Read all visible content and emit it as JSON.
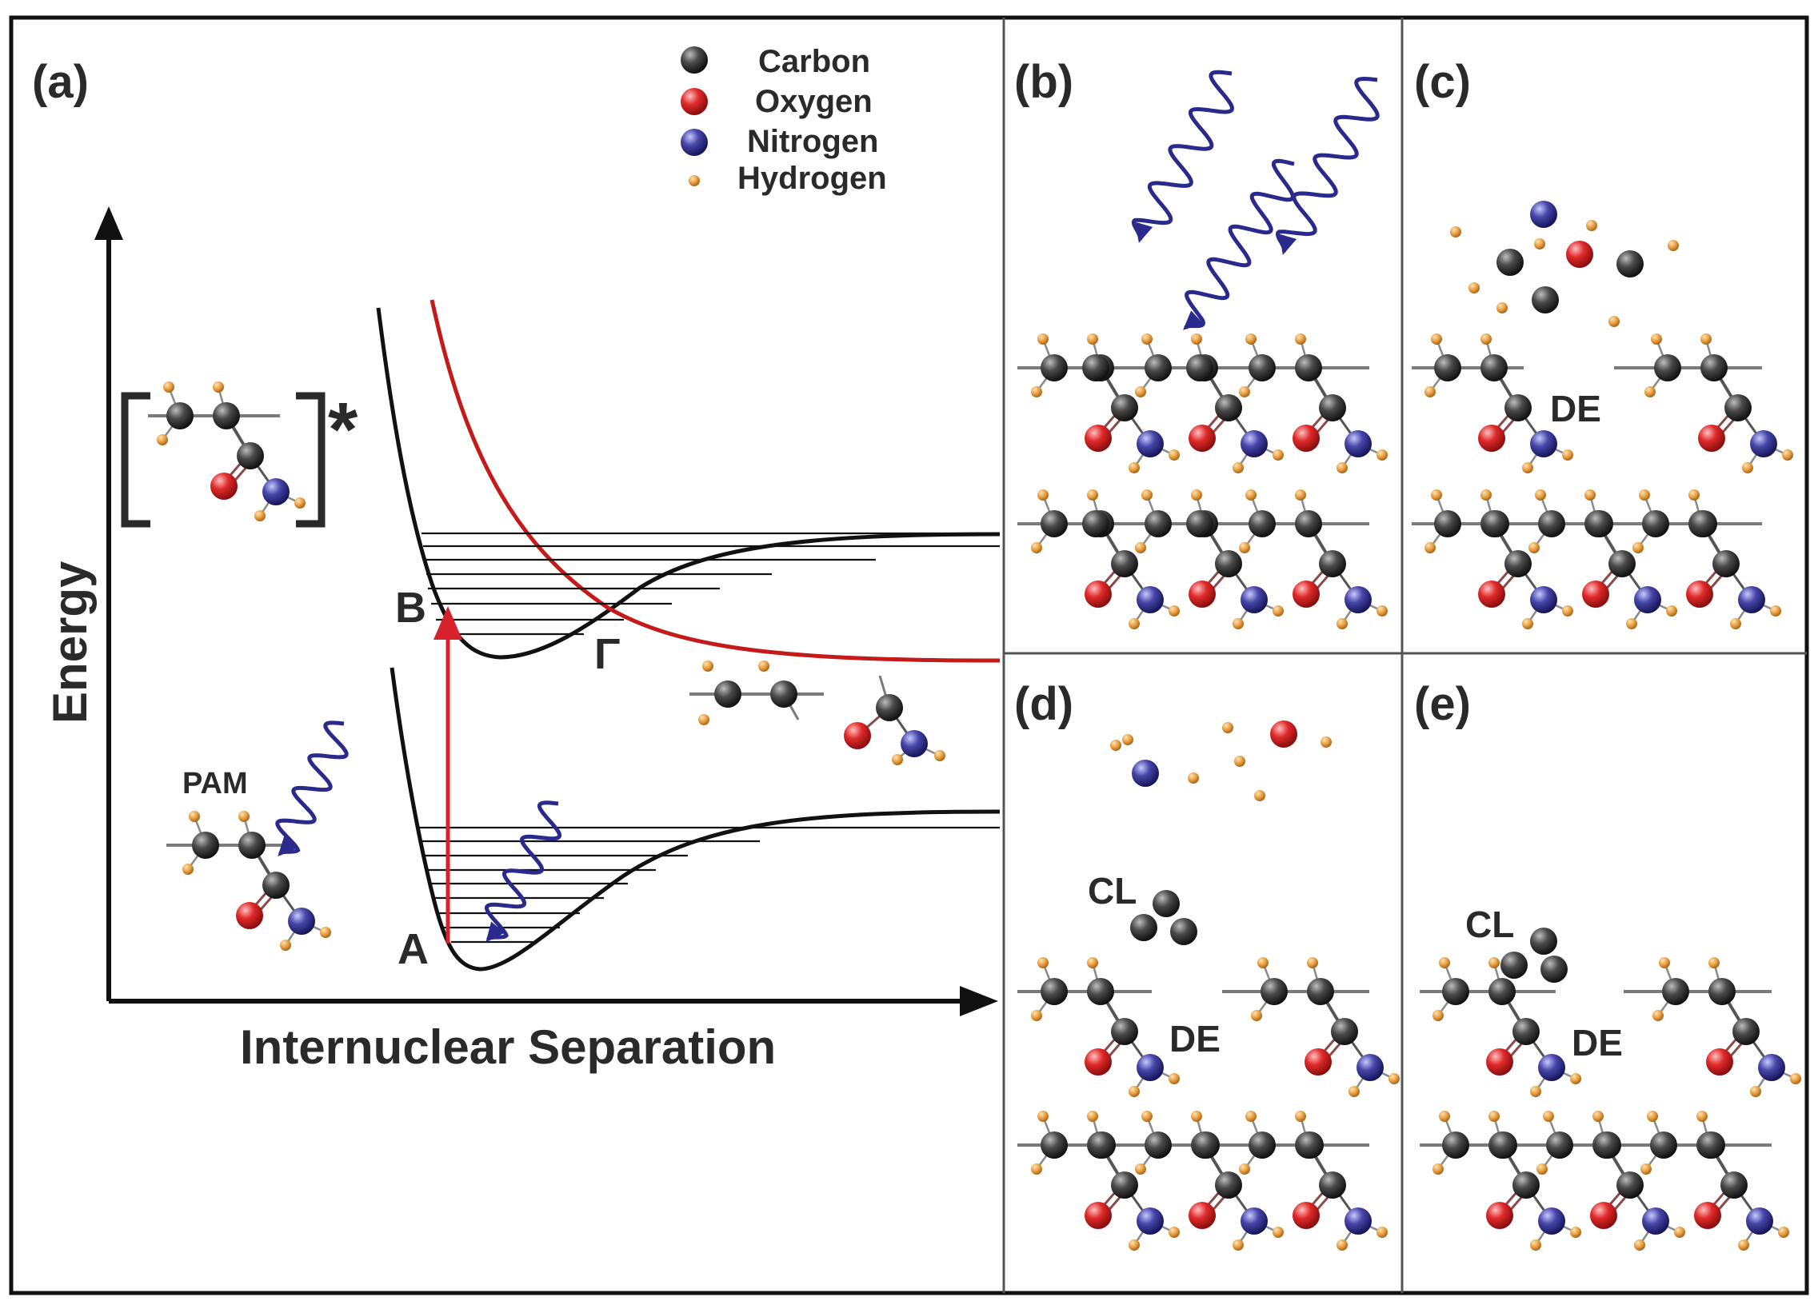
{
  "panels": {
    "a": "(a)",
    "b": "(b)",
    "c": "(c)",
    "d": "(d)",
    "e": "(e)"
  },
  "legend": [
    {
      "label": "Carbon",
      "color": "#3a3a3a"
    },
    {
      "label": "Oxygen",
      "color": "#d8222b"
    },
    {
      "label": "Nitrogen",
      "color": "#3a3a9a"
    },
    {
      "label": "Hydrogen",
      "color": "#e69a3c"
    }
  ],
  "axes": {
    "y_label": "Energy",
    "x_label": "Internuclear Separation"
  },
  "annotations": {
    "excited_star": "*",
    "point_a": "A",
    "point_b": "B",
    "crossing": "Γ",
    "pam": "PAM",
    "de": "DE",
    "cl": "CL"
  },
  "colors": {
    "carbon": "#3a3a3a",
    "oxygen": "#d8222b",
    "nitrogen": "#3a3a9a",
    "hydrogen": "#e69a3c",
    "photon": "#2a2a8c",
    "repulsive_curve": "#c41a1a",
    "excitation_arrow": "#d8222b",
    "frame": "#111111"
  },
  "icons": {
    "photon": "wavy-photon-arrow-icon",
    "atom": "ball-atom-icon"
  }
}
